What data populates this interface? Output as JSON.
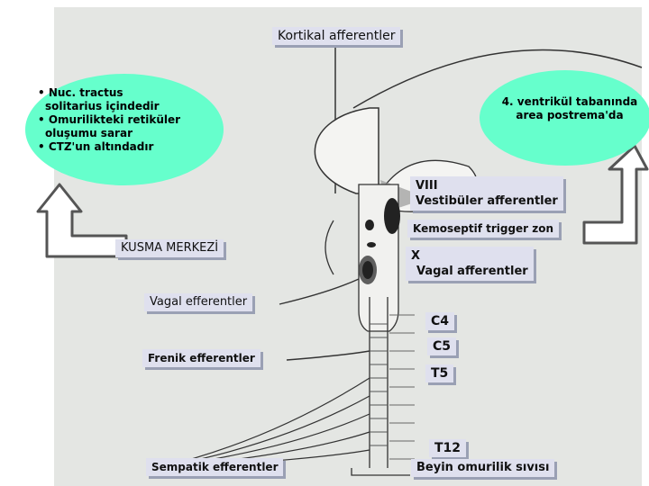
{
  "labels": {
    "cortical": "Kortikal afferentler",
    "viii_1": "VIII",
    "viii_2": "Vestibüler afferentler",
    "ctz": "Kemoseptif trigger zon",
    "vomit_center": "KUSMA MERKEZİ",
    "x_1": "X",
    "x_2": "Vagal afferentler",
    "vagal_eff": "Vagal efferentler",
    "c4": "C4",
    "c5": "C5",
    "frenic": "Frenik efferentler",
    "t5": "T5",
    "t12": "T12",
    "csf": "Beyin omurilik sıvısı",
    "sympathetic": "Sempatik efferentler"
  },
  "bubble_left": [
    "• Nuc. tractus",
    "  solitarius içindedir",
    "• Omurilikteki retiküler",
    "  oluşumu sarar",
    "• CTZ'un altındadır"
  ],
  "bubble_right": [
    "4. ventrikül tabanında",
    "area postrema'da"
  ],
  "colors": {
    "bubble": "#66ffcc",
    "label_bg": "#dfe0ee",
    "arrow_fill": "#ffffff",
    "arrow_stroke": "#555555"
  }
}
